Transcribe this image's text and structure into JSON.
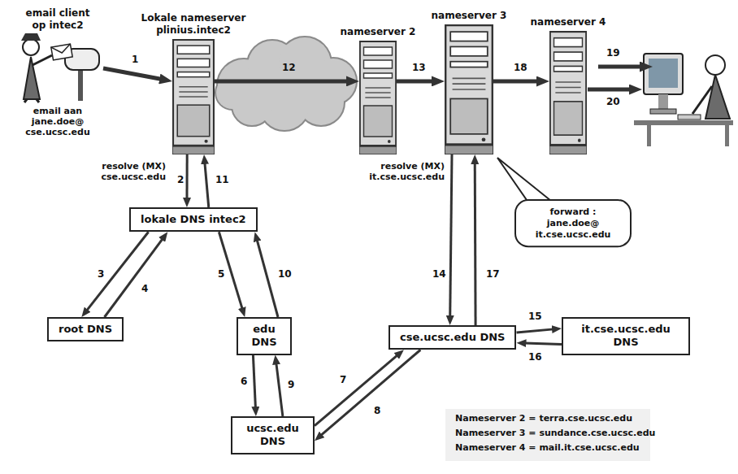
{
  "diagram": {
    "nodes": [
      {
        "text": [
          "email client op intec2",
          "email aan jane.doe@ cse.ucsc.edu"
        ]
      },
      {
        "text": [
          "Lokale nameserver plinius.intec2"
        ]
      },
      {
        "text": [
          "nameserver 2"
        ]
      },
      {
        "text": [
          "nameserver 3"
        ]
      },
      {
        "text": [
          "nameserver 4"
        ]
      },
      {
        "text": [
          "lokale DNS intec2"
        ]
      },
      {
        "text": [
          "root DNS"
        ]
      },
      {
        "text": [
          "edu DNS"
        ]
      },
      {
        "text": [
          "cse.ucsc.edu DNS"
        ]
      },
      {
        "text": [
          "it.cse.ucsc.edu DNS"
        ]
      },
      {
        "text": [
          "ucsc.edu DNS"
        ]
      },
      {
        "text": [
          "forward : jane.doe@ it.cse.ucsc.edu"
        ]
      }
    ],
    "edges": [
      {
        "from": 0,
        "to": 1,
        "label": "1",
        "arrow": "to"
      },
      {
        "from": 1,
        "to": 5,
        "label": "2",
        "arrow": "to"
      },
      {
        "from": 5,
        "to": 6,
        "label": "3",
        "arrow": "to"
      },
      {
        "from": 6,
        "to": 5,
        "label": "4",
        "arrow": "to"
      },
      {
        "from": 5,
        "to": 7,
        "label": "5",
        "arrow": "to"
      },
      {
        "from": 7,
        "to": 10,
        "label": "6",
        "arrow": "to"
      },
      {
        "from": 10,
        "to": 8,
        "label": "7",
        "arrow": "to"
      },
      {
        "from": 8,
        "to": 10,
        "label": "8",
        "arrow": "to"
      },
      {
        "from": 10,
        "to": 7,
        "label": "9",
        "arrow": "to"
      },
      {
        "from": 7,
        "to": 5,
        "label": "10",
        "arrow": "to"
      },
      {
        "from": 5,
        "to": 1,
        "label": "11",
        "arrow": "to"
      },
      {
        "from": 1,
        "to": 2,
        "label": "12",
        "arrow": "to"
      },
      {
        "from": 2,
        "to": 3,
        "label": "13",
        "arrow": "to"
      },
      {
        "from": 3,
        "to": 8,
        "label": "14",
        "arrow": "to"
      },
      {
        "from": 8,
        "to": 9,
        "label": "15",
        "arrow": "to"
      },
      {
        "from": 9,
        "to": 8,
        "label": "16",
        "arrow": "to"
      },
      {
        "from": 8,
        "to": 3,
        "label": "17",
        "arrow": "to"
      },
      {
        "from": 3,
        "to": 4,
        "label": "18",
        "arrow": "to"
      }
    ],
    "labels": [
      "resolve (MX) cse.ucsc.edu",
      "resolve (MX) it.cse.ucsc.edu",
      "19",
      "20",
      "Nameserver 2 = terra.cse.ucsc.edu",
      "Nameserver 3 = sundance.cse.ucsc.edu",
      "Nameserver 4 = mail.it.cse.ucsc.edu"
    ]
  }
}
